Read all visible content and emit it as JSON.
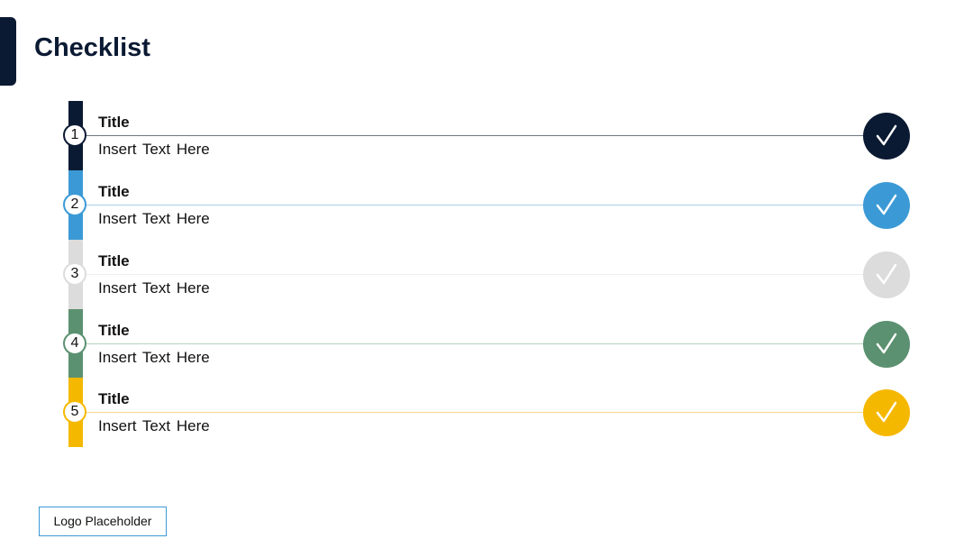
{
  "page": {
    "title": "Checklist"
  },
  "colors": {
    "navy": "#0b1a33",
    "blue": "#3b9ad6",
    "gray": "#dcdcdc",
    "green": "#5b9170",
    "yellow": "#f5b800"
  },
  "checklist": {
    "items": [
      {
        "number": "1",
        "title": "Title",
        "text": "Insert Text Here",
        "color": "#0b1a33",
        "line_color": "#6f7680",
        "icon": "checkmark-icon",
        "checked": true
      },
      {
        "number": "2",
        "title": "Title",
        "text": "Insert Text Here",
        "color": "#3b9ad6",
        "line_color": "#a9cfe9",
        "icon": "checkmark-icon",
        "checked": true
      },
      {
        "number": "3",
        "title": "Title",
        "text": "Insert Text Here",
        "color": "#dcdcdc",
        "line_color": "#eeeeee",
        "icon": "checkmark-icon",
        "checked": true
      },
      {
        "number": "4",
        "title": "Title",
        "text": "Insert Text Here",
        "color": "#5b9170",
        "line_color": "#b7d0bf",
        "icon": "checkmark-icon",
        "checked": true
      },
      {
        "number": "5",
        "title": "Title",
        "text": "Insert Text Here",
        "color": "#f5b800",
        "line_color": "#f7d98a",
        "icon": "checkmark-icon",
        "checked": true
      }
    ]
  },
  "footer": {
    "logo_label": "Logo Placeholder"
  }
}
